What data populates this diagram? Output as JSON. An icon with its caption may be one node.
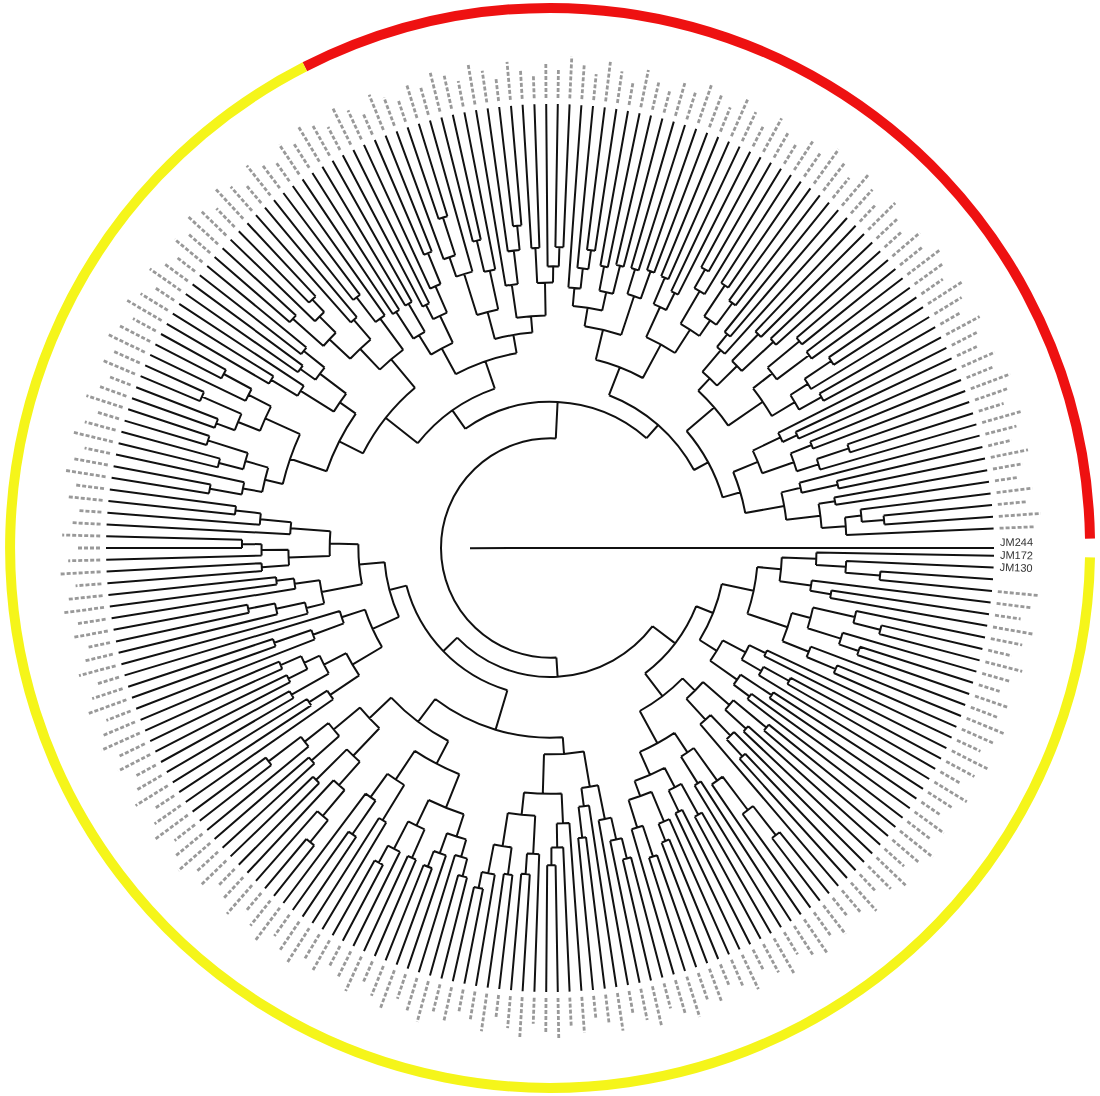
{
  "diagram": {
    "labels": [
      "JM244",
      "JM172",
      "JM130"
    ]
  }
}
